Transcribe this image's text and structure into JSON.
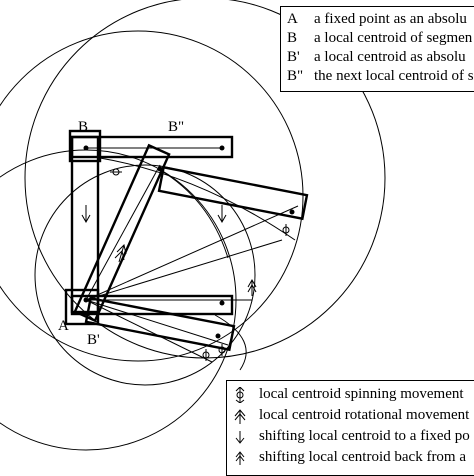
{
  "diagram": {
    "point_labels": {
      "B": "B",
      "B_double": "B\"",
      "A": "A",
      "B_prime": "B'"
    }
  },
  "legend_top": [
    {
      "symbol": "A",
      "text": "a fixed point as an absolu"
    },
    {
      "symbol": "B",
      "text": "a local centroid of segmen"
    },
    {
      "symbol": "B'",
      "text": "a local centroid as absolu"
    },
    {
      "symbol": "B\"",
      "text": "the next local centroid of s"
    }
  ],
  "legend_bottom": [
    {
      "icon": "spinning-movement-icon",
      "text": "local centroid spinning movement"
    },
    {
      "icon": "rotational-movement-icon",
      "text": "local centroid rotational movement"
    },
    {
      "icon": "shift-to-fixed-point-icon",
      "text": "shifting local centroid to a fixed po"
    },
    {
      "icon": "shift-back-icon",
      "text": "shifting local centroid back from a"
    }
  ]
}
